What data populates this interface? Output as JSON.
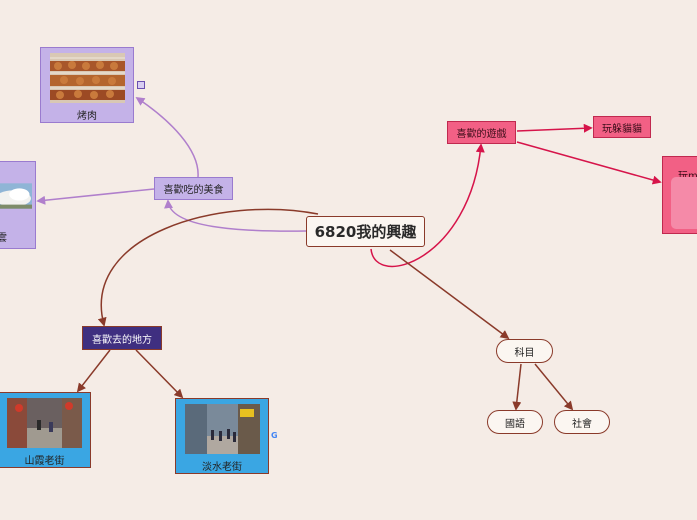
{
  "root": {
    "label": "6820我的興趣"
  },
  "food": {
    "label": "喜歡吃的美食",
    "items": [
      {
        "label": "烤肉"
      },
      {
        "label": "雲"
      }
    ]
  },
  "games": {
    "label": "喜歡的遊戲",
    "items": [
      {
        "label": "玩躲貓貓"
      },
      {
        "label": "玩mc"
      }
    ]
  },
  "places": {
    "label": "喜歡去的地方",
    "items": [
      {
        "label": "山霞老街"
      },
      {
        "label": "淡水老街"
      }
    ]
  },
  "subject": {
    "label": "科目",
    "items": [
      {
        "label": "國語"
      },
      {
        "label": "社會"
      }
    ]
  },
  "colors": {
    "background": "#f5ece6",
    "food": "#c4b2e8",
    "games": "#f26085",
    "places": "#3f2f80",
    "image_frame": "#3aa6e3",
    "link": "#8a3a2a"
  }
}
